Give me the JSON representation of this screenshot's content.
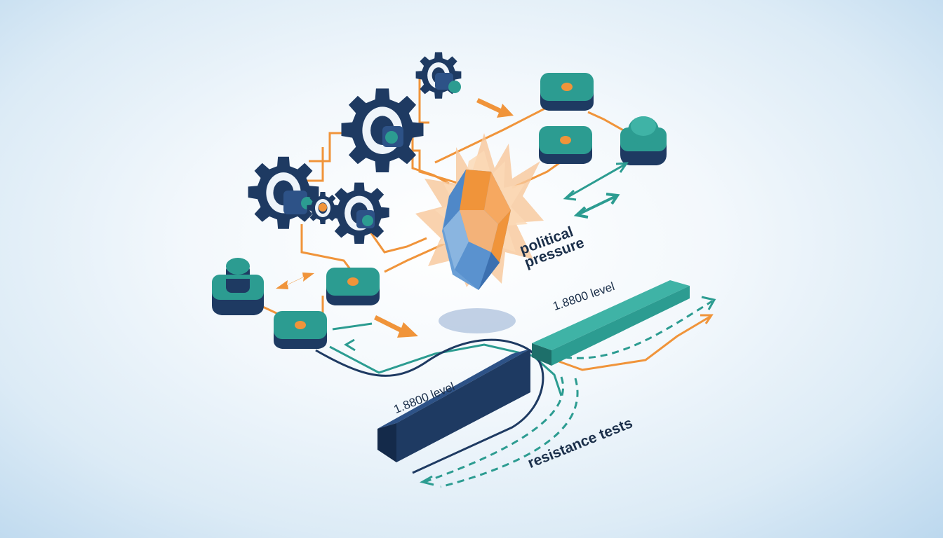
{
  "labels": {
    "political_pressure_line1": "political",
    "political_pressure_line2": "pressure",
    "level_right": "1.8800 level",
    "level_left": "1.8800 level",
    "resistance_tests": "resistance tests"
  },
  "colors": {
    "navy": "#1e3a62",
    "navy_dark": "#142a4a",
    "teal": "#2c9c91",
    "teal_dark": "#1d6f6a",
    "orange": "#f0943a",
    "gem_blue": "#6a9fd6"
  },
  "icons": [
    "gear-icon",
    "gem-icon",
    "server-node-icon",
    "arrow-icon",
    "double-arrow-icon"
  ]
}
